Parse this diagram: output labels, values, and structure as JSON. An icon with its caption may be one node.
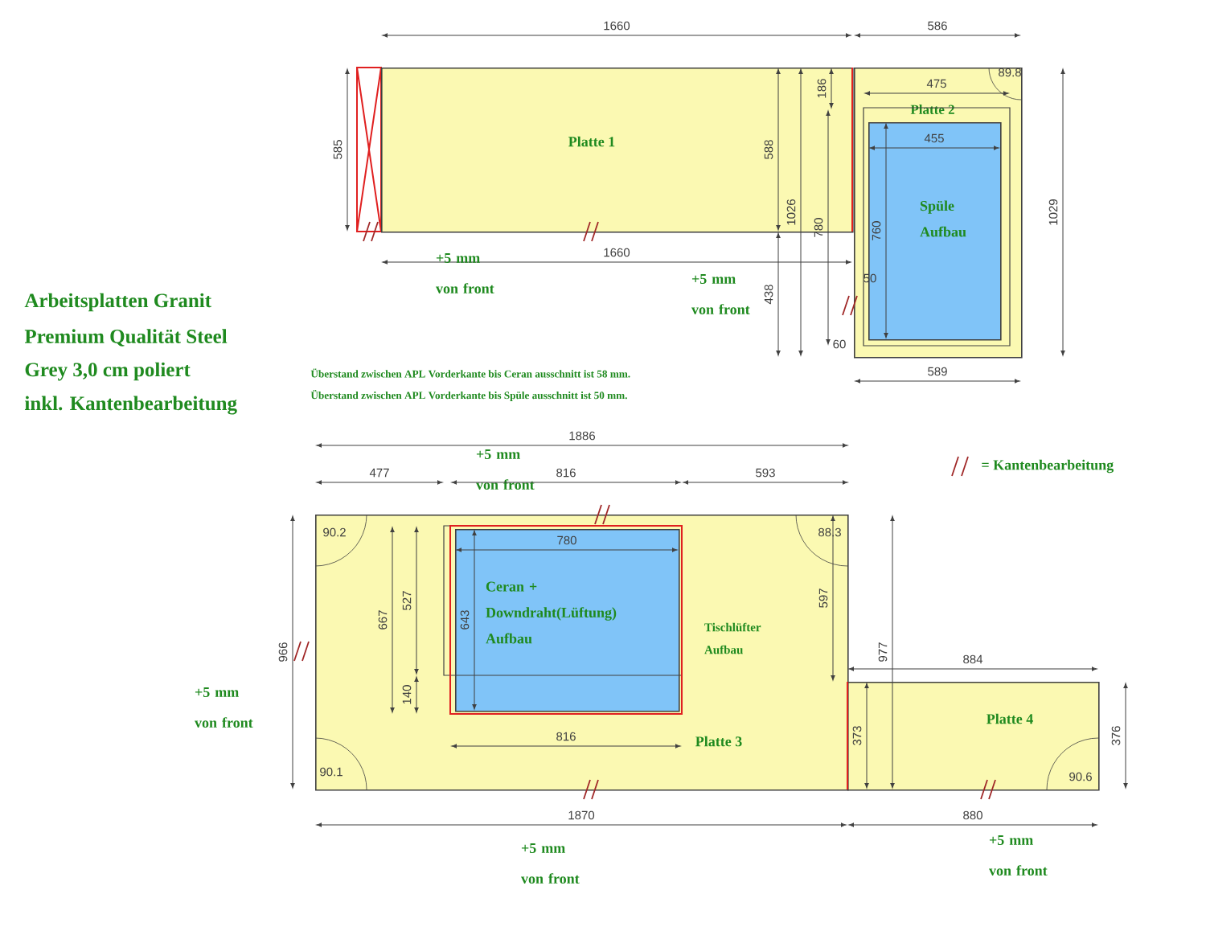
{
  "diagram": {
    "nodes": [
      {
        "text": [
          "Platte 1"
        ]
      },
      {
        "text": [
          "Platte 2"
        ]
      },
      {
        "text": [
          "Spüle Aufbau"
        ],
        "in": 1
      },
      {
        "text": [
          "Platte 3"
        ]
      },
      {
        "text": [
          "Ceran + Downdraht(Lüftung) Aufbau"
        ],
        "in": 3
      },
      {
        "text": [
          "Platte 4"
        ]
      }
    ],
    "labels": [
      "1660",
      "586",
      "585",
      "588",
      "186",
      "475",
      "89.8",
      "455",
      "1026",
      "780",
      "760",
      "1029",
      "1660",
      "438",
      "50",
      "60",
      "589",
      "Arbeitsplatten Granit",
      "Premium Qualität Steel",
      "Grey 3,0 cm poliert",
      "inkl. Kantenbearbeitung",
      "+5 mm von front",
      "+5 mm von front",
      "Überstand zwischen APL Vorderkante bis Ceran ausschnitt ist 58 mm.",
      "Überstand zwischen APL Vorderkante bis Spüle ausschnitt ist 50 mm.",
      "1886",
      "477",
      "+5 mm von front",
      "816",
      "593",
      "90.2",
      "88.3",
      "780",
      "966",
      "667",
      "527",
      "643",
      "140",
      "597",
      "977",
      "Tischlüfter Aufbau",
      "884",
      "+5 mm von front",
      "816",
      "373",
      "376",
      "90.1",
      "90.6",
      "1870",
      "880",
      "+5 mm von front",
      "+5 mm von front"
    ],
    "legend": [
      {
        "text": "= Kantenbearbeitung"
      }
    ]
  }
}
